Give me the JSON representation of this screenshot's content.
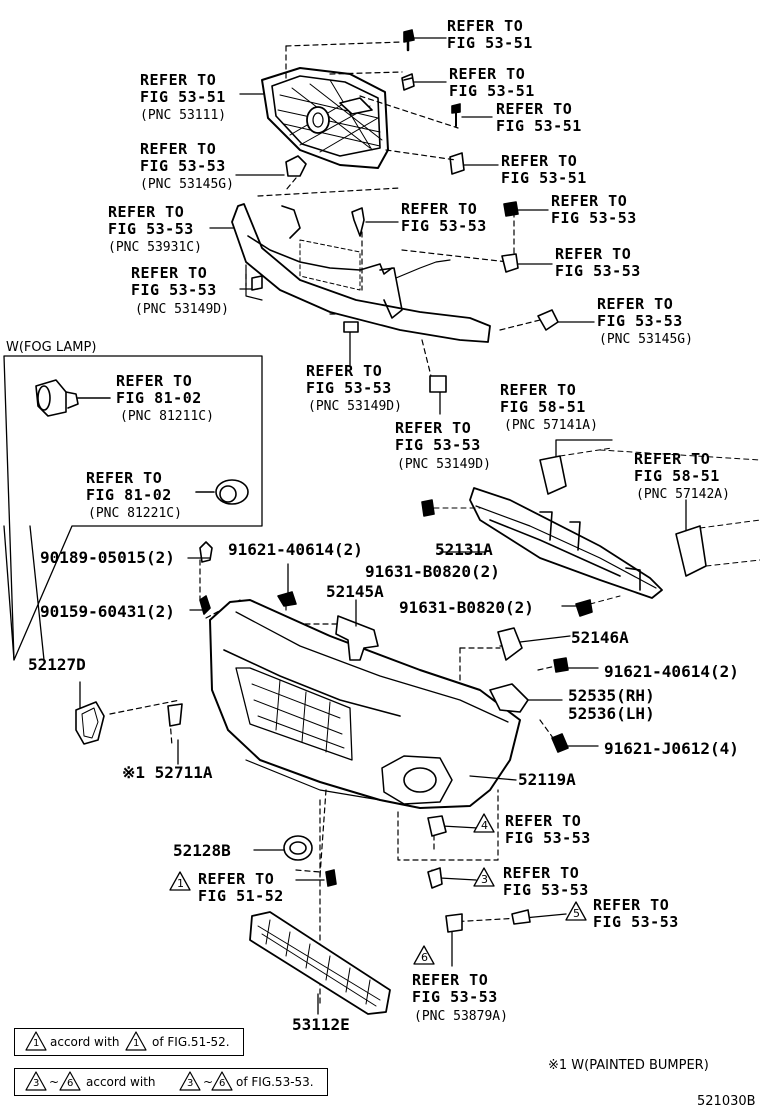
{
  "refs": {
    "r1": {
      "l1": "REFER TO",
      "l2": "FIG 53-51"
    },
    "r2": {
      "l1": "REFER TO",
      "l2": "FIG 53-51"
    },
    "r3": {
      "l1": "REFER TO",
      "l2": "FIG 53-51",
      "pnc": "(PNC 53111)"
    },
    "r4": {
      "l1": "REFER TO",
      "l2": "FIG 53-51"
    },
    "r5": {
      "l1": "REFER TO",
      "l2": "FIG 53-51"
    },
    "r6": {
      "l1": "REFER TO",
      "l2": "FIG 53-53",
      "pnc": "(PNC 53145G)"
    },
    "r7": {
      "l1": "REFER TO",
      "l2": "FIG 53-53"
    },
    "r8": {
      "l1": "REFER TO",
      "l2": "FIG 53-53"
    },
    "r9": {
      "l1": "REFER TO",
      "l2": "FIG 53-53",
      "pnc": "(PNC 53931C)"
    },
    "r10": {
      "l1": "REFER TO",
      "l2": "FIG 53-53"
    },
    "r11": {
      "l1": "REFER TO",
      "l2": "FIG 53-53",
      "pnc": "(PNC 53149D)"
    },
    "r12": {
      "l1": "REFER TO",
      "l2": "FIG 53-53",
      "pnc": "(PNC 53145G)"
    },
    "r13": {
      "l1": "REFER TO",
      "l2": "FIG 53-53",
      "pnc": "(PNC 53149D)"
    },
    "r14": {
      "l1": "REFER TO",
      "l2": "FIG 58-51",
      "pnc": "(PNC 57141A)"
    },
    "r15": {
      "l1": "REFER TO",
      "l2": "FIG 53-53",
      "pnc": "(PNC 53149D)"
    },
    "r16": {
      "l1": "REFER TO",
      "l2": "FIG 58-51",
      "pnc": "(PNC 57142A)"
    },
    "r17": {
      "l1": "REFER TO",
      "l2": "FIG 81-02",
      "pnc": "(PNC 81211C)"
    },
    "r18": {
      "l1": "REFER TO",
      "l2": "FIG 81-02",
      "pnc": "(PNC 81221C)"
    },
    "r19": {
      "l1": "REFER TO",
      "l2": "FIG 53-53"
    },
    "r20": {
      "l1": "REFER TO",
      "l2": "FIG 51-52"
    },
    "r21": {
      "l1": "REFER TO",
      "l2": "FIG 53-53"
    },
    "r22": {
      "l1": "REFER TO",
      "l2": "FIG 53-53"
    },
    "r23": {
      "l1": "REFER TO",
      "l2": "FIG 53-53",
      "pnc": "(PNC 53879A)"
    }
  },
  "fog_lamp_label": "W(FOG LAMP)",
  "parts": {
    "p90189": "90189-05015(2)",
    "p90159": "90159-60431(2)",
    "p91621a": "91621-40614(2)",
    "p52145A": "52145A",
    "p52131A": "52131A",
    "p91631a": "91631-B0820(2)",
    "p91631b": "91631-B0820(2)",
    "p52146A": "52146A",
    "p91621b": "91621-40614(2)",
    "p52535": "52535(RH)",
    "p52536": "52536(LH)",
    "p91621J": "91621-J0612(4)",
    "p52127D": "52127D",
    "p52711A": "※1 52711A",
    "p52119A": "52119A",
    "p52128B": "52128B",
    "p53112E": "53112E"
  },
  "triangles": {
    "t1": "1",
    "t3": "3",
    "t4": "4",
    "t5": "5",
    "t6": "6"
  },
  "notes": {
    "n1_pre": "1",
    "n1_text": "accord with",
    "n1_mid": "1",
    "n1_post": "of FIG.51-52.",
    "n2_a": "3",
    "n2_tilde": "~",
    "n2_b": "6",
    "n2_text": "accord with",
    "n2_c": "3",
    "n2_tilde2": "~",
    "n2_d": "6",
    "n2_post": "of FIG.53-53.",
    "painted": "※1 W(PAINTED BUMPER)",
    "fig_code": "521030B"
  }
}
